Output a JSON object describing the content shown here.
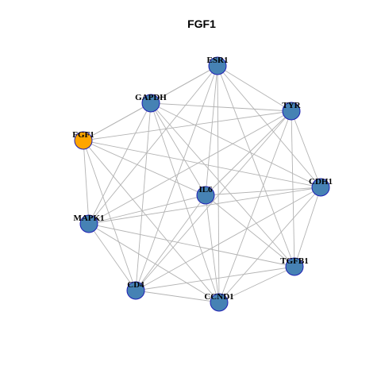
{
  "title": "FGF1",
  "colors": {
    "node_default": "#4682b4",
    "node_highlight": "#ffa500",
    "node_border": "#1f1fb4",
    "edge": "#b3b3b3"
  },
  "nodes": [
    {
      "id": "ESR1",
      "label": "ESR1",
      "highlight": false
    },
    {
      "id": "GAPDH",
      "label": "GAPDH",
      "highlight": false
    },
    {
      "id": "TYR",
      "label": "TYR",
      "highlight": false
    },
    {
      "id": "FGF1",
      "label": "FGF1",
      "highlight": true
    },
    {
      "id": "CDH1",
      "label": "CDH1",
      "highlight": false
    },
    {
      "id": "IL6",
      "label": "IL6",
      "highlight": false
    },
    {
      "id": "MAPK1",
      "label": "MAPK1",
      "highlight": false
    },
    {
      "id": "TGFB1",
      "label": "TGFB1",
      "highlight": false
    },
    {
      "id": "CD4",
      "label": "CD4",
      "highlight": false
    },
    {
      "id": "CCND1",
      "label": "CCND1",
      "highlight": false
    }
  ],
  "edges": [
    [
      "ESR1",
      "GAPDH"
    ],
    [
      "ESR1",
      "TYR"
    ],
    [
      "ESR1",
      "FGF1"
    ],
    [
      "ESR1",
      "CDH1"
    ],
    [
      "ESR1",
      "IL6"
    ],
    [
      "ESR1",
      "MAPK1"
    ],
    [
      "ESR1",
      "TGFB1"
    ],
    [
      "ESR1",
      "CD4"
    ],
    [
      "ESR1",
      "CCND1"
    ],
    [
      "GAPDH",
      "TYR"
    ],
    [
      "GAPDH",
      "FGF1"
    ],
    [
      "GAPDH",
      "CDH1"
    ],
    [
      "GAPDH",
      "IL6"
    ],
    [
      "GAPDH",
      "MAPK1"
    ],
    [
      "GAPDH",
      "TGFB1"
    ],
    [
      "GAPDH",
      "CD4"
    ],
    [
      "GAPDH",
      "CCND1"
    ],
    [
      "TYR",
      "FGF1"
    ],
    [
      "TYR",
      "CDH1"
    ],
    [
      "TYR",
      "IL6"
    ],
    [
      "TYR",
      "MAPK1"
    ],
    [
      "TYR",
      "TGFB1"
    ],
    [
      "TYR",
      "CD4"
    ],
    [
      "TYR",
      "CCND1"
    ],
    [
      "FGF1",
      "CDH1"
    ],
    [
      "FGF1",
      "IL6"
    ],
    [
      "FGF1",
      "MAPK1"
    ],
    [
      "FGF1",
      "CD4"
    ],
    [
      "FGF1",
      "CCND1"
    ],
    [
      "CDH1",
      "IL6"
    ],
    [
      "CDH1",
      "MAPK1"
    ],
    [
      "CDH1",
      "TGFB1"
    ],
    [
      "CDH1",
      "CD4"
    ],
    [
      "CDH1",
      "CCND1"
    ],
    [
      "IL6",
      "MAPK1"
    ],
    [
      "IL6",
      "TGFB1"
    ],
    [
      "IL6",
      "CD4"
    ],
    [
      "IL6",
      "CCND1"
    ],
    [
      "MAPK1",
      "TGFB1"
    ],
    [
      "MAPK1",
      "CD4"
    ],
    [
      "MAPK1",
      "CCND1"
    ],
    [
      "TGFB1",
      "CD4"
    ],
    [
      "TGFB1",
      "CCND1"
    ],
    [
      "CD4",
      "CCND1"
    ]
  ]
}
